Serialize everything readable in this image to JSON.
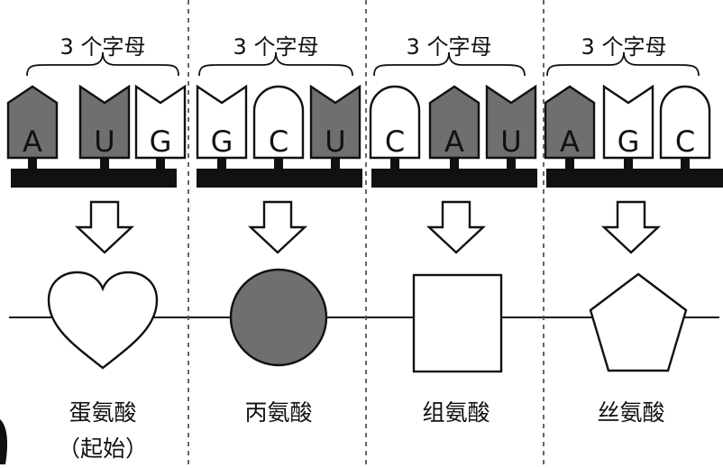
{
  "groups": [
    {
      "bracket_label": "3 个字母",
      "codon": [
        "A",
        "U",
        "G"
      ],
      "amino_acid": "蛋氨酸",
      "note": "（起始）",
      "shape": "heart"
    },
    {
      "bracket_label": "3 个字母",
      "codon": [
        "G",
        "C",
        "U"
      ],
      "amino_acid": "丙氨酸",
      "note": "",
      "shape": "circle"
    },
    {
      "bracket_label": "3 个字母",
      "codon": [
        "C",
        "A",
        "U"
      ],
      "amino_acid": "组氨酸",
      "note": "",
      "shape": "square"
    },
    {
      "bracket_label": "3 个字母",
      "codon": [
        "A",
        "G",
        "C"
      ],
      "amino_acid": "丝氨酸",
      "note": "",
      "shape": "pentagon"
    }
  ],
  "nucleotide_styles": {
    "A": {
      "fill": "#6f6f6f",
      "top": "pointed"
    },
    "U": {
      "fill": "#6f6f6f",
      "top": "notch"
    },
    "G": {
      "fill": "#ffffff",
      "top": "notch"
    },
    "C": {
      "fill": "#ffffff",
      "top": "round"
    }
  },
  "colors": {
    "ink": "#111111",
    "dark_fill": "#6f6f6f",
    "light_fill": "#ffffff"
  }
}
